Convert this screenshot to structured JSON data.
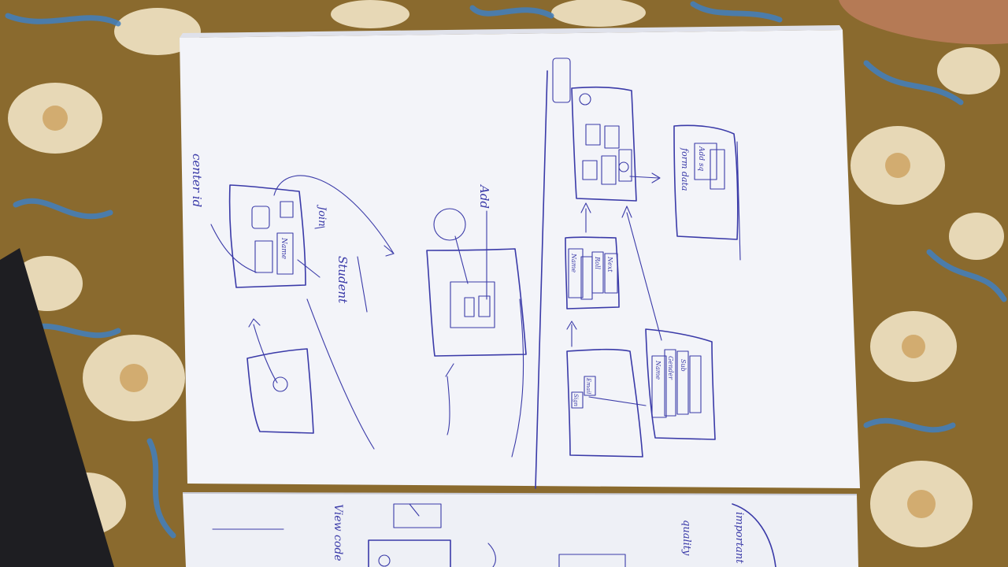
{
  "colors": {
    "fabric_base": "#8a6a2e",
    "flower_cream": "#efe2c2",
    "flower_blue": "#3f7fc0",
    "paper": "#f3f4f9",
    "ink": "#3a3aa8",
    "device": "#1e1e22"
  },
  "notebook": {
    "page1": {
      "label_center_id": "center id",
      "label_join": "Join",
      "label_name": "Name",
      "label_student": "Student"
    },
    "page2": {
      "label_add": "Add"
    },
    "page3": {
      "label_form_data": "form data",
      "label_add_sq": "Add sq",
      "label_name": "Name",
      "label_roll": "Roll",
      "label_next": "Next",
      "label_sign_in": "Sign",
      "label_email": "Email",
      "label_form_name": "Name",
      "label_form_gender": "Gender",
      "label_form_sub": "Sub"
    },
    "lower_page": {
      "label_view_code": "View code",
      "label_quality": "quality",
      "label_important": "important"
    }
  }
}
